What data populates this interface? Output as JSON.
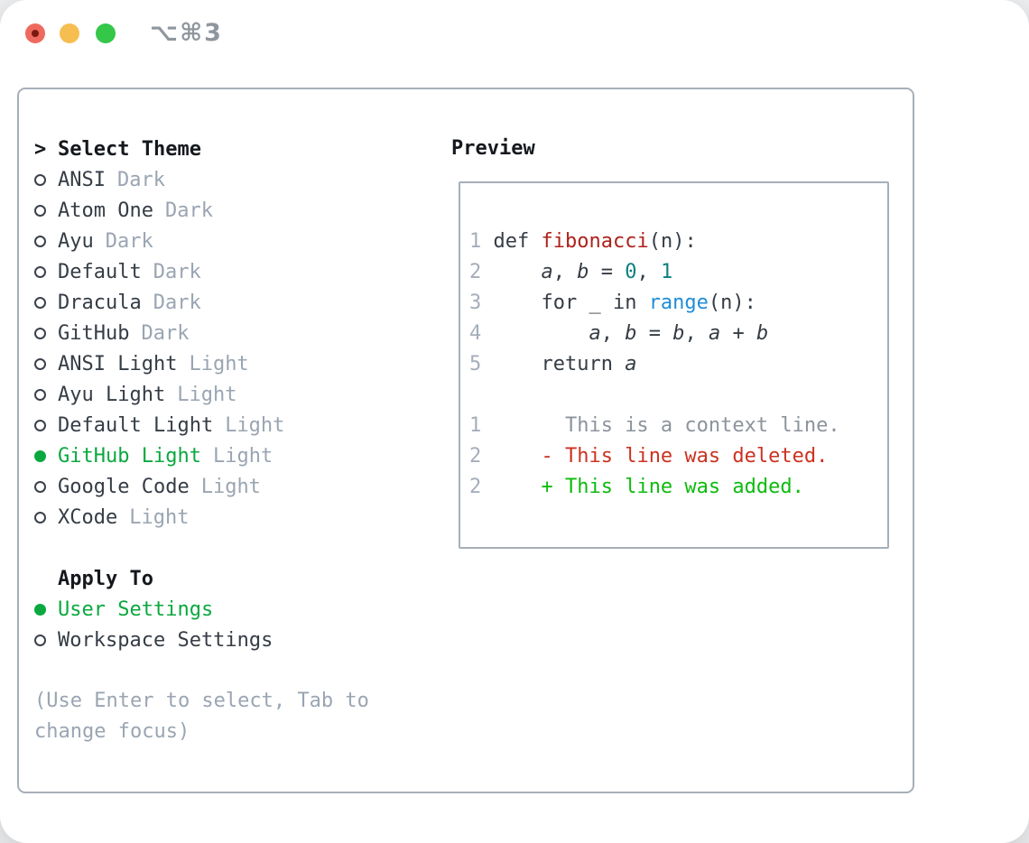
{
  "window": {
    "controls": [
      {
        "name": "close",
        "color": "#ee6a5e"
      },
      {
        "name": "minimize",
        "color": "#f6be50"
      },
      {
        "name": "zoom",
        "color": "#34c748"
      }
    ],
    "shortcut_label": "⌥⌘3"
  },
  "theme_panel": {
    "header": {
      "cursor": ">",
      "label": "Select Theme"
    },
    "themes": [
      {
        "name": "ANSI",
        "variant": "Dark",
        "selected": false
      },
      {
        "name": "Atom One",
        "variant": "Dark",
        "selected": false
      },
      {
        "name": "Ayu",
        "variant": "Dark",
        "selected": false
      },
      {
        "name": "Default",
        "variant": "Dark",
        "selected": false
      },
      {
        "name": "Dracula",
        "variant": "Dark",
        "selected": false
      },
      {
        "name": "GitHub",
        "variant": "Dark",
        "selected": false
      },
      {
        "name": "ANSI Light",
        "variant": "Light",
        "selected": false
      },
      {
        "name": "Ayu Light",
        "variant": "Light",
        "selected": false
      },
      {
        "name": "Default Light",
        "variant": "Light",
        "selected": false
      },
      {
        "name": "GitHub Light",
        "variant": "Light",
        "selected": true
      },
      {
        "name": "Google Code",
        "variant": "Light",
        "selected": false
      },
      {
        "name": "XCode",
        "variant": "Light",
        "selected": false
      }
    ],
    "apply_to": {
      "label": "Apply To",
      "options": [
        {
          "name": "User Settings",
          "selected": true
        },
        {
          "name": "Workspace Settings",
          "selected": false
        }
      ]
    },
    "hint": "(Use Enter to select, Tab to change focus)"
  },
  "preview": {
    "title": "Preview",
    "code_lines": [
      [
        [
          "ln",
          "1"
        ],
        [
          "pl",
          " def "
        ],
        [
          "fn",
          "fibonacci"
        ],
        [
          "pl",
          "(n):"
        ]
      ],
      [
        [
          "ln",
          "2"
        ],
        [
          "pl",
          "     "
        ],
        [
          "it",
          "a"
        ],
        [
          "pl",
          ", "
        ],
        [
          "it",
          "b"
        ],
        [
          "pl",
          " = "
        ],
        [
          "num",
          "0"
        ],
        [
          "pl",
          ", "
        ],
        [
          "num",
          "1"
        ]
      ],
      [
        [
          "ln",
          "3"
        ],
        [
          "pl",
          "     for _ in "
        ],
        [
          "bi",
          "range"
        ],
        [
          "pl",
          "(n):"
        ]
      ],
      [
        [
          "ln",
          "4"
        ],
        [
          "pl",
          "         "
        ],
        [
          "it",
          "a"
        ],
        [
          "pl",
          ", "
        ],
        [
          "it",
          "b"
        ],
        [
          "pl",
          " = "
        ],
        [
          "it",
          "b"
        ],
        [
          "pl",
          ", "
        ],
        [
          "it",
          "a"
        ],
        [
          "pl",
          " + "
        ],
        [
          "it",
          "b"
        ]
      ],
      [
        [
          "ln",
          "5"
        ],
        [
          "pl",
          "     return "
        ],
        [
          "it",
          "a"
        ]
      ]
    ],
    "diff_lines": [
      [
        [
          "ln",
          "1"
        ],
        [
          "ctx",
          "       This is a context line."
        ]
      ],
      [
        [
          "ln",
          "2"
        ],
        [
          "pl",
          "     "
        ],
        [
          "del",
          "- This line was deleted."
        ]
      ],
      [
        [
          "ln",
          "2"
        ],
        [
          "pl",
          "     "
        ],
        [
          "add",
          "+ This line was added."
        ]
      ]
    ]
  },
  "colors": {
    "heading": "#15181c",
    "text": "#353c45",
    "muted": "#9aa5b2",
    "selected_green": "#0aa83f",
    "panel_border": "#a7afb8",
    "line_number_gray": "#a4aeba",
    "code_function_red": "#ad221b",
    "code_number_teal": "#0d7f80",
    "code_builtin_blue": "#1f8dd6",
    "diff_context_gray": "#8c939c",
    "diff_deleted_red": "#cc3222",
    "diff_added_green": "#0dbb0d",
    "traffic_red": "#ee6a5e",
    "traffic_yellow": "#f6be50",
    "traffic_green": "#34c748"
  }
}
